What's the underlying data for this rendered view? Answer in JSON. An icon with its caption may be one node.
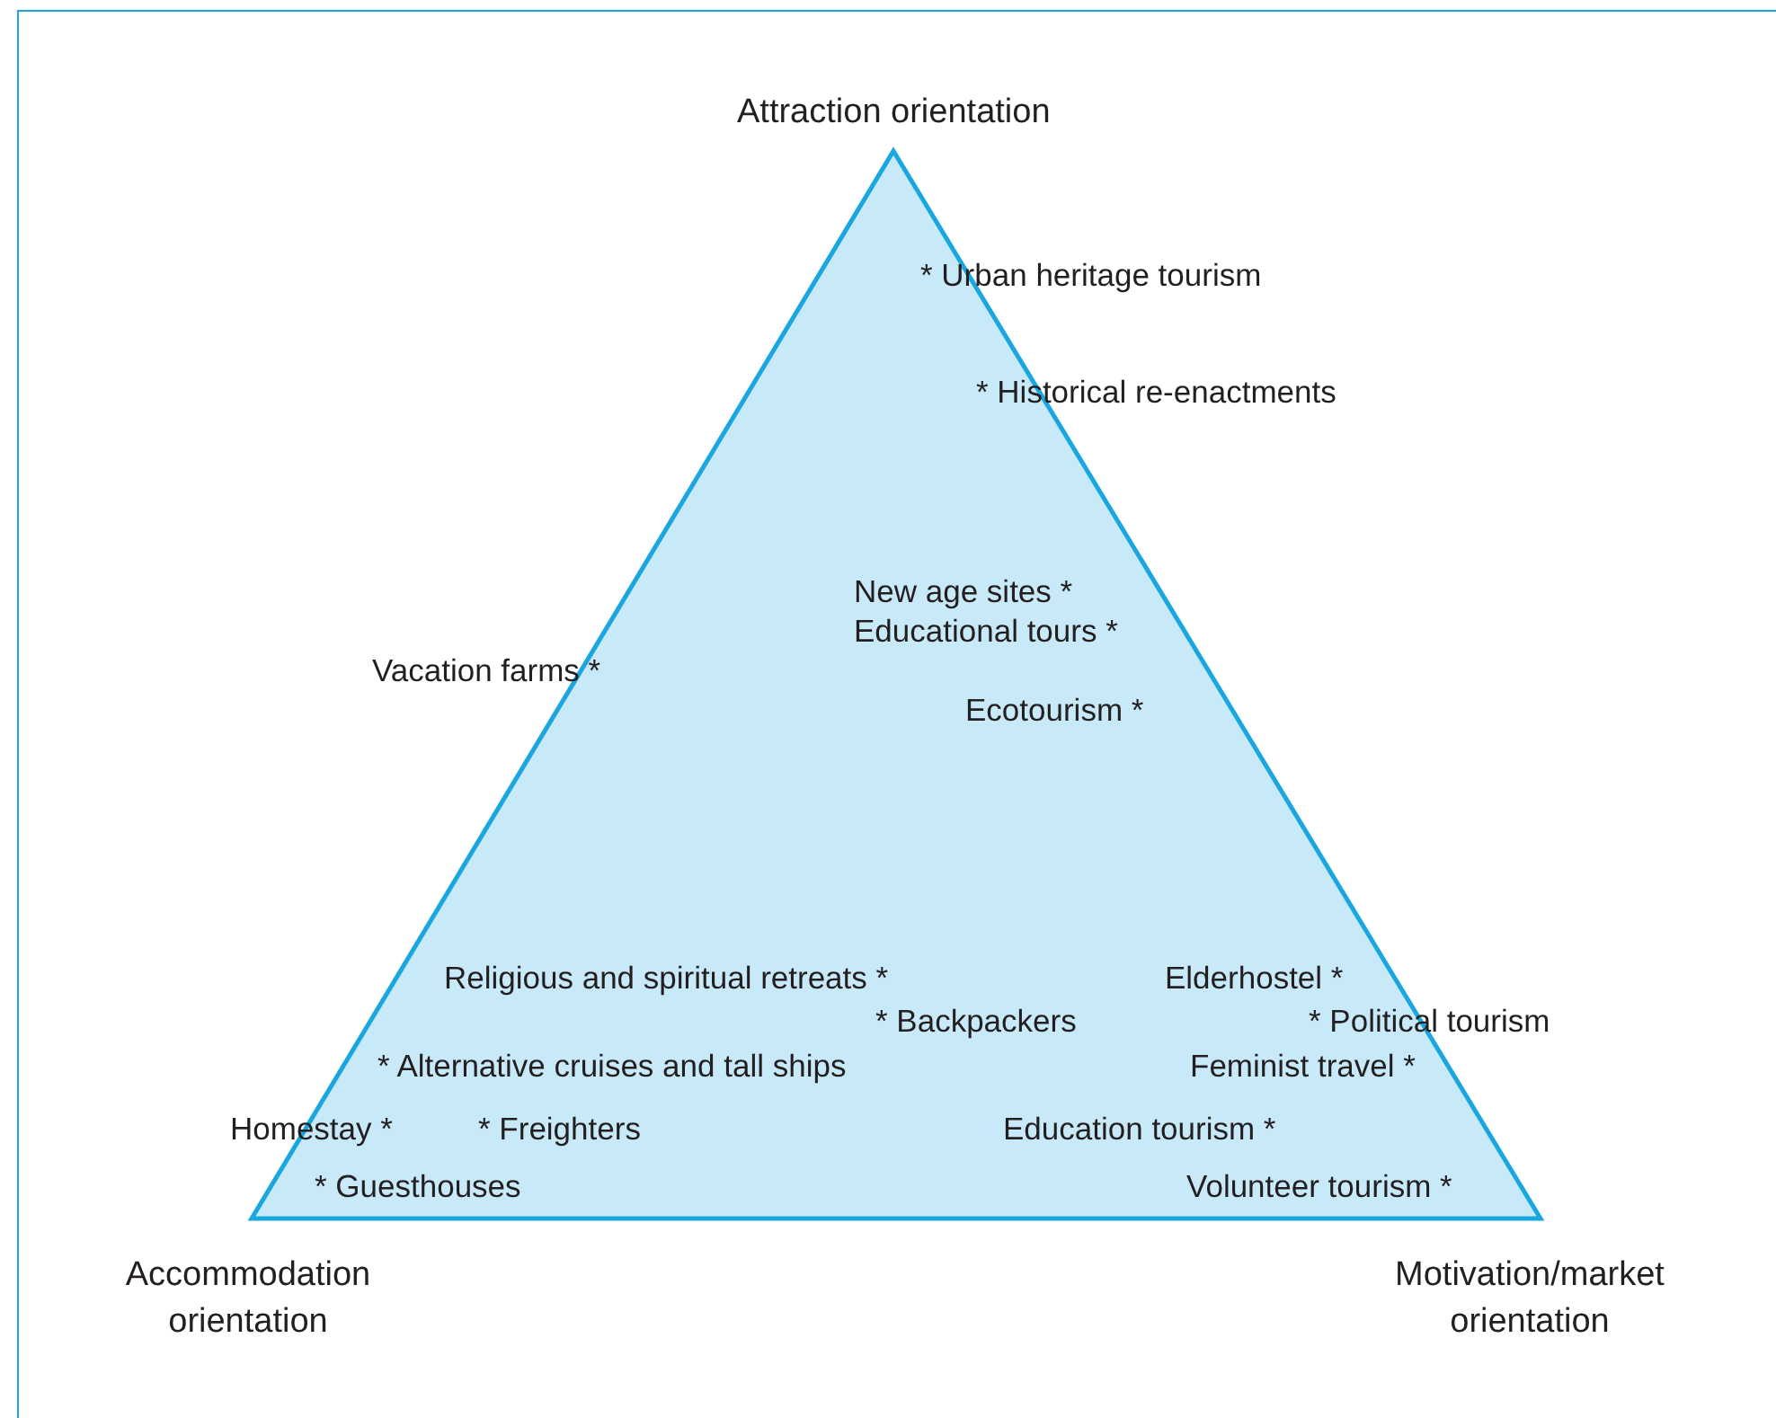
{
  "diagram": {
    "labels": [
      "Attraction orientation",
      "* Urban heritage tourism",
      "* Historical re-enactments",
      "New age sites *",
      "Educational tours *",
      "Vacation farms *",
      "Ecotourism *",
      "Religious and spiritual retreats *",
      "Elderhostel *",
      "* Backpackers",
      "* Political tourism",
      "* Alternative cruises and tall ships",
      "Feminist travel *",
      "Homestay *",
      "* Freighters",
      "Education tourism *",
      "* Guesthouses",
      "Volunteer tourism *",
      "Accommodation orientation",
      "Motivation/market orientation"
    ]
  }
}
